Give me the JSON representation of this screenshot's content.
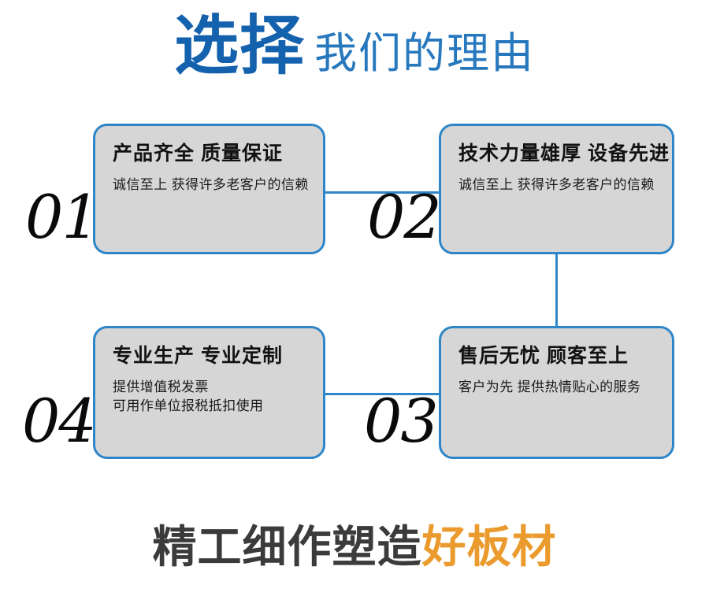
{
  "header": {
    "strong_text": "选择",
    "light_text": "我们的理由",
    "strong_color": "#1461ad",
    "light_color": "#2878be"
  },
  "cards": [
    {
      "number": "01",
      "title": "产品齐全 质量保证",
      "desc": "诚信至上 获得许多老客户的信赖"
    },
    {
      "number": "02",
      "title": "技术力量雄厚 设备先进",
      "desc": "诚信至上 获得许多老客户的信赖"
    },
    {
      "number": "03",
      "title": "售后无忧 顾客至上",
      "desc": "客户为先 提供热情贴心的服务"
    },
    {
      "number": "04",
      "title": "专业生产 专业定制",
      "desc": "提供增值税发票\n可用作单位报税抵扣使用"
    }
  ],
  "footer": {
    "dark_text": "精工细作塑造",
    "accent_text": "好板材",
    "dark_color": "#3b3b3b",
    "accent_color": "#eb9b2d"
  },
  "theme": {
    "border_color": "#2e86c8",
    "card_fill": "#d6d6d6",
    "background": "#ffffff",
    "number_color": "#0a0a0a"
  }
}
